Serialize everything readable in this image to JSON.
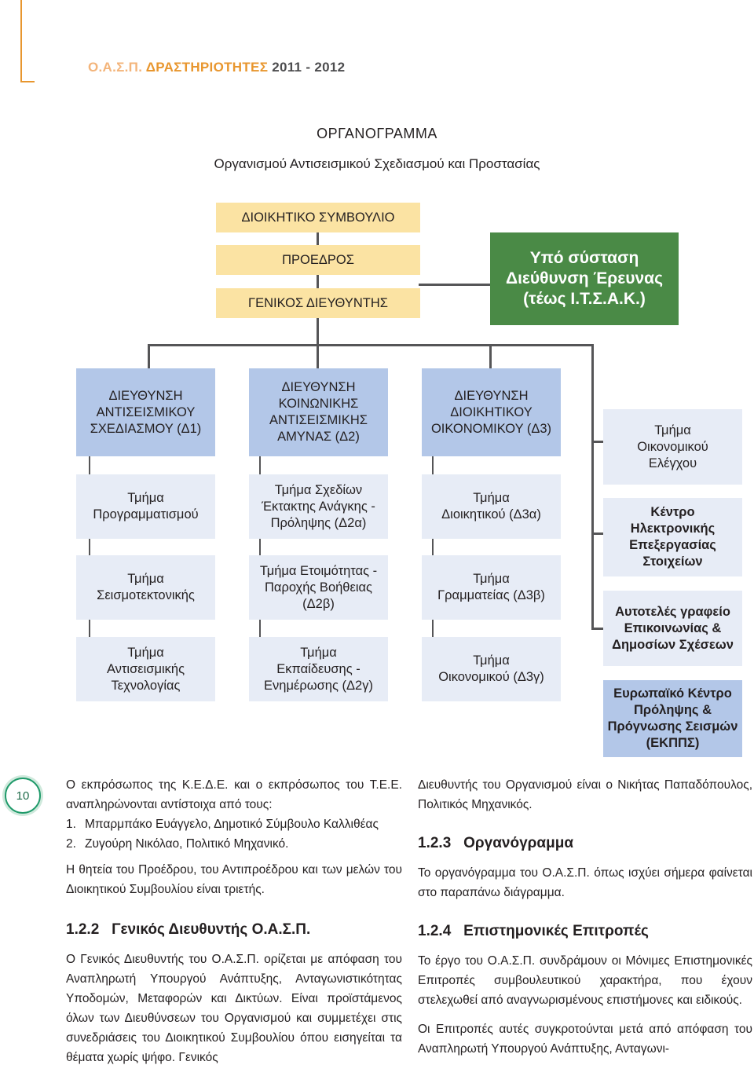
{
  "header": {
    "part1": "Ο.Α.Σ.Π.",
    "part2": "ΔΡΑΣΤΗΡΙΟΤΗΤΕΣ",
    "part3": "2011 - 2012"
  },
  "chart_title": "ΟΡΓΑΝΟΓΡΑΜΜΑ",
  "chart_subtitle": "Οργανισμού Αντισεισμικού Σχεδιασμού και Προστασίας",
  "org": {
    "board": "ΔΙΟΙΚΗΤΙΚΟ ΣΥΜΒΟΥΛΙΟ",
    "president": "ΠΡΟΕΔΡΟΣ",
    "general_director": "ΓΕΝΙΚΟΣ ΔΙΕΥΘΥΝΤΗΣ",
    "research": "Υπό σύσταση\nΔιεύθυνση Έρευνας\n(τέως Ι.Τ.Σ.Α.Κ.)",
    "d1": {
      "title": "ΔΙΕΥΘΥΝΣΗ\nΑΝΤΙΣΕΙΣΜΙΚΟΥ\nΣΧΕΔΙΑΣΜΟΥ (Δ1)",
      "units": [
        "Τμήμα\nΠρογραμματισμού",
        "Τμήμα\nΣεισμοτεκτονικής",
        "Τμήμα\nΑντισεισμικής\nΤεχνολογίας"
      ]
    },
    "d2": {
      "title": "ΔΙΕΥΘΥΝΣΗ\nΚΟΙΝΩΝΙΚΗΣ\nΑΝΤΙΣΕΙΣΜΙΚΗΣ\nΑΜΥΝΑΣ (Δ2)",
      "units": [
        "Τμήμα Σχεδίων\nΈκτακτης Ανάγκης -\nΠρόληψης (Δ2α)",
        "Τμήμα Ετοιμότητας -\nΠαροχής Βοήθειας\n(Δ2β)",
        "Τμήμα\nΕκπαίδευσης -\nΕνημέρωσης (Δ2γ)"
      ]
    },
    "d3": {
      "title": "ΔΙΕΥΘΥΝΣΗ\nΔΙΟΙΚΗΤΙΚΟΥ\nΟΙΚΟΝΟΜΙΚΟΥ (Δ3)",
      "units": [
        "Τμήμα\nΔιοικητικού (Δ3α)",
        "Τμήμα\nΓραμματείας (Δ3β)",
        "Τμήμα\nΟικονομικού (Δ3γ)"
      ]
    },
    "side": [
      "Τμήμα\nΟικονομικού\nΕλέγχου",
      "Κέντρο\nΗλεκτρονικής\nΕπεξεργασίας\nΣτοιχείων",
      "Αυτοτελές γραφείο\nΕπικοινωνίας &\nΔημοσίων Σχέσεων",
      "Ευρωπαϊκό Κέντρο\nΠρόληψης &\nΠρόγνωσης Σεισμών\n(ΕΚΠΠΣ)"
    ]
  },
  "page_number": "10",
  "left_col": {
    "p1": "Ο εκπρόσωπος της Κ.Ε.Δ.Ε. και ο εκπρόσωπος του Τ.Ε.Ε. αναπληρώνονται αντίστοιχα από τους:",
    "li1_num": "1.",
    "li1": "Μπαρμπάκο Ευάγγελο, Δημοτικό Σύμβουλο Καλλιθέας",
    "li2_num": "2.",
    "li2": "Ζυγούρη Νικόλαο, Πολιτικό Μηχανικό.",
    "p2": "Η θητεία του Προέδρου, του Αντιπροέδρου και των μελών του Διοικητικού Συμβουλίου είναι τριετής.",
    "h_num": "1.2.2",
    "h": "Γενικός Διευθυντής Ο.Α.Σ.Π.",
    "p3": "Ο Γενικός Διευθυντής του Ο.Α.Σ.Π. ορίζεται με απόφαση του Αναπληρωτή Υπουργού Ανάπτυξης, Ανταγωνιστικότητας Υποδομών, Μεταφορών και Δικτύων. Είναι προϊστάμενος όλων των Διευθύνσεων του Οργανισμού και συμμετέχει στις συνεδριάσεις του Διοικητικού Συμβουλίου όπου εισηγείται τα θέματα χωρίς ψήφο. Γενικός"
  },
  "right_col": {
    "p1": "Διευθυντής του Οργανισμού είναι ο Νικήτας Παπαδόπουλος, Πολιτικός Μηχανικός.",
    "h1_num": "1.2.3",
    "h1": "Οργανόγραμμα",
    "p2": "Το οργανόγραμμα του Ο.Α.Σ.Π. όπως ισχύει σήμερα φαίνεται στο παραπάνω διάγραμμα.",
    "h2_num": "1.2.4",
    "h2": "Επιστημονικές Επιτροπές",
    "p3": "Το έργο του Ο.Α.Σ.Π. συνδράμουν οι Μόνιμες Επιστημονικές Επιτροπές συμβουλευτικού χαρακτήρα, που έχουν στελεχωθεί από αναγνωρισμένους επιστήμονες και ειδικούς.",
    "p4": "Οι Επιτροπές αυτές συγκροτούνται μετά από απόφαση του Αναπληρωτή Υπουργού Ανάπτυξης, Ανταγωνι-"
  }
}
